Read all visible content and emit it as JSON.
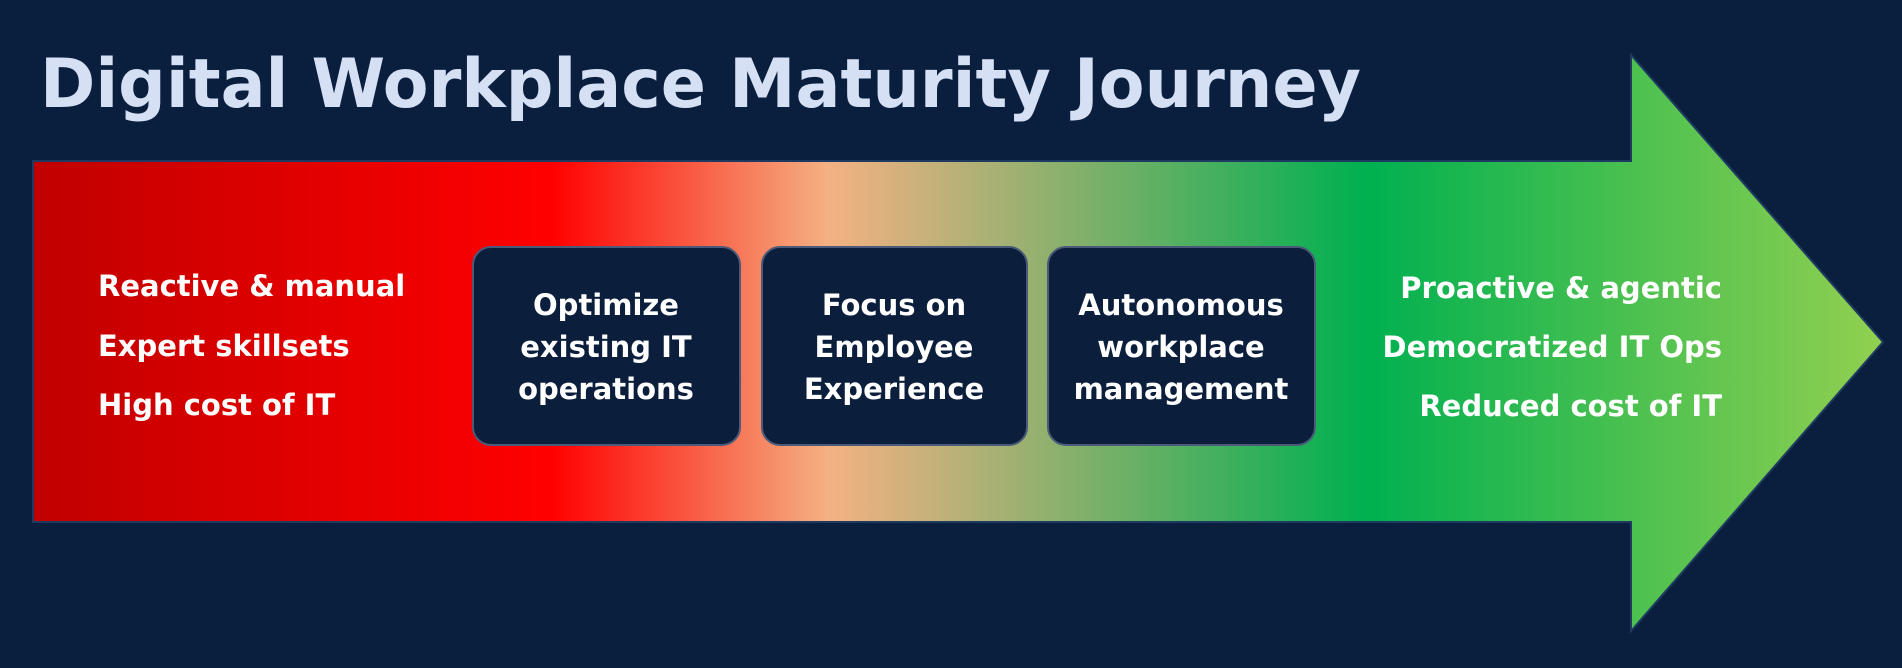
{
  "title": "Digital Workplace Maturity Journey",
  "current_state": [
    "Reactive & manual",
    "Expert skillsets",
    "High cost of IT"
  ],
  "stages": [
    {
      "lines": [
        "Optimize",
        "existing IT",
        "operations"
      ]
    },
    {
      "lines": [
        "Focus on",
        "Employee",
        "Experience"
      ]
    },
    {
      "lines": [
        "Autonomous",
        "workplace",
        "management"
      ]
    }
  ],
  "future_state": [
    "Proactive & agentic",
    "Democratized IT Ops",
    "Reduced cost of IT"
  ],
  "colors": {
    "background": "#0a1f3e",
    "gradient": [
      "#c00000",
      "#ff0000",
      "#f4b183",
      "#00b050",
      "#92d050"
    ]
  }
}
